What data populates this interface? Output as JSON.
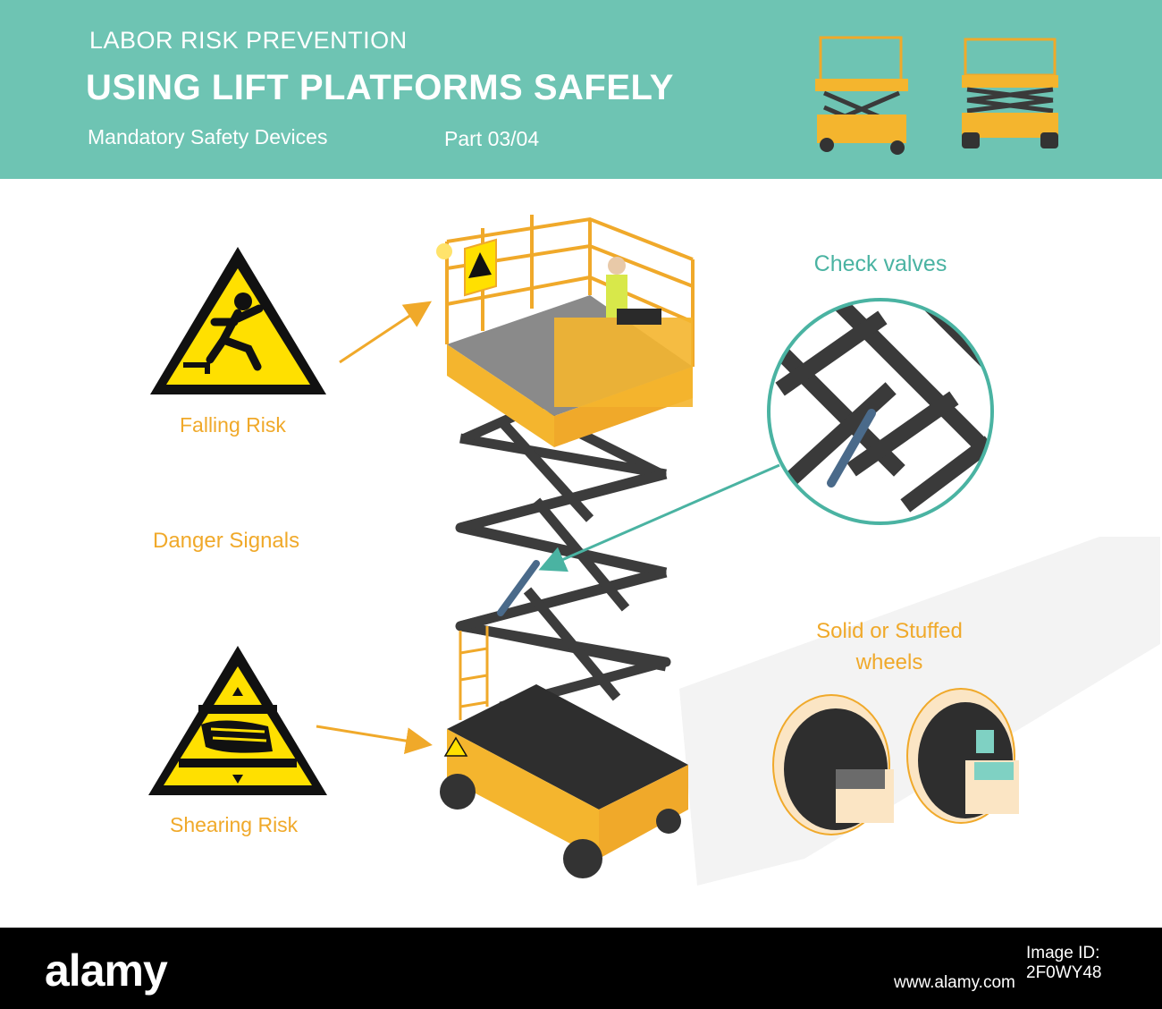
{
  "header": {
    "kicker": "LABOR RISK PREVENTION",
    "title": "USING LIFT PLATFORMS SAFELY",
    "subtitle": "Mandatory Safety Devices",
    "part": "Part 03/04"
  },
  "labels": {
    "falling_risk": "Falling Risk",
    "danger_signals": "Danger Signals",
    "shearing_risk": "Shearing Risk",
    "check_valves": "Check valves",
    "wheels_line1": "Solid or Stuffed",
    "wheels_line2": "wheels"
  },
  "footer": {
    "brand": "alamy",
    "image_id": "Image ID: 2F0WY48",
    "url": "www.alamy.com"
  },
  "colors": {
    "header_bg": "#6ec4b3",
    "accent_orange": "#f0a92a",
    "accent_teal": "#4ab3a2",
    "sign_yellow": "#ffe000",
    "frame_dark": "#3a3a3a"
  },
  "icons": [
    "falling-risk-sign-icon",
    "shearing-risk-sign-icon",
    "scissor-lift-illustration",
    "check-valve-magnifier",
    "wheel-cross-section-icon"
  ]
}
